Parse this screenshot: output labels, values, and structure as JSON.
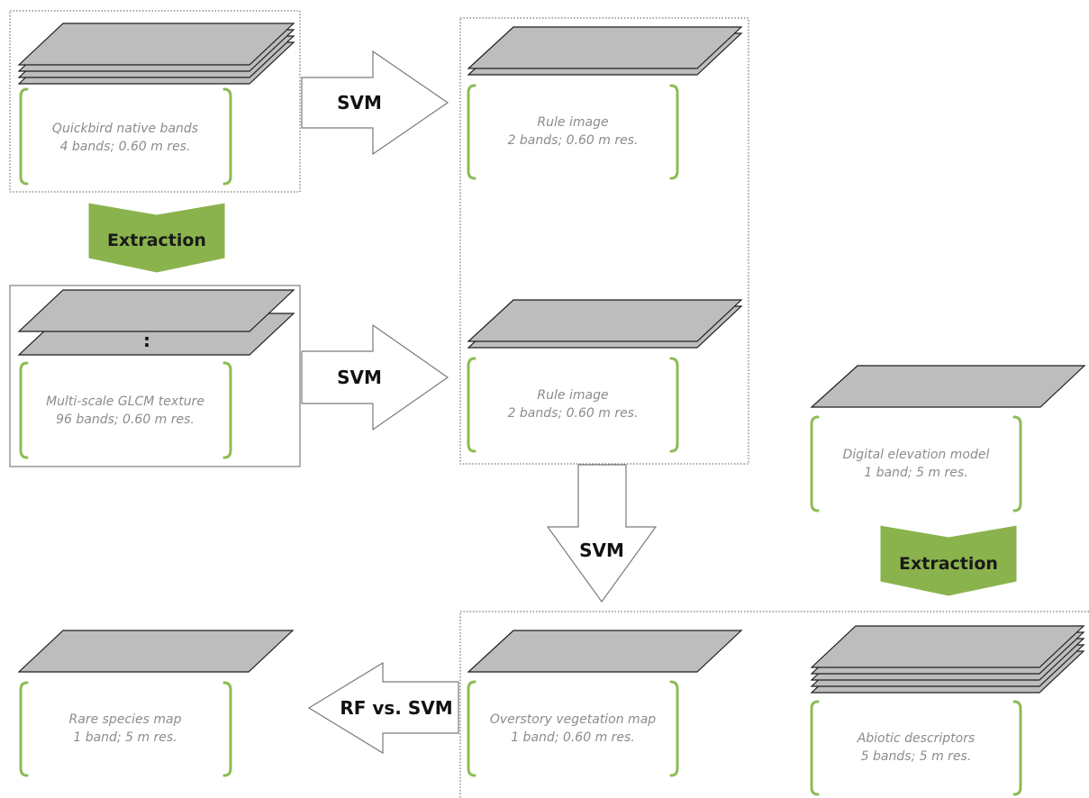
{
  "colors": {
    "layer_fill": "#bdbdbd",
    "bracket_green": "#8dbb55",
    "extraction_green": "#8bb34d",
    "caption_gray": "#8c8c8c"
  },
  "blocks": {
    "quickbird": {
      "title": "Quickbird native bands",
      "detail": "4 bands; 0.60 m res."
    },
    "glcm": {
      "title": "Multi-scale GLCM texture",
      "detail": "96 bands; 0.60 m res.",
      "ellipsis": ":"
    },
    "rule1": {
      "title": "Rule image",
      "detail": "2 bands; 0.60 m res."
    },
    "rule2": {
      "title": "Rule image",
      "detail": "2 bands; 0.60 m res."
    },
    "dem": {
      "title": "Digital elevation model",
      "detail": "1 band; 5 m res."
    },
    "overstory": {
      "title": "Overstory vegetation map",
      "detail": "1 band; 0.60 m res."
    },
    "abiotic": {
      "title": "Abiotic descriptors",
      "detail": "5 bands; 5 m res."
    },
    "rare": {
      "title": "Rare species map",
      "detail": "1 band; 5 m res."
    }
  },
  "arrows": {
    "svm1": "SVM",
    "svm2": "SVM",
    "svm3": "SVM",
    "rf_vs_svm": "RF vs. SVM",
    "extraction1": "Extraction",
    "extraction2": "Extraction"
  }
}
